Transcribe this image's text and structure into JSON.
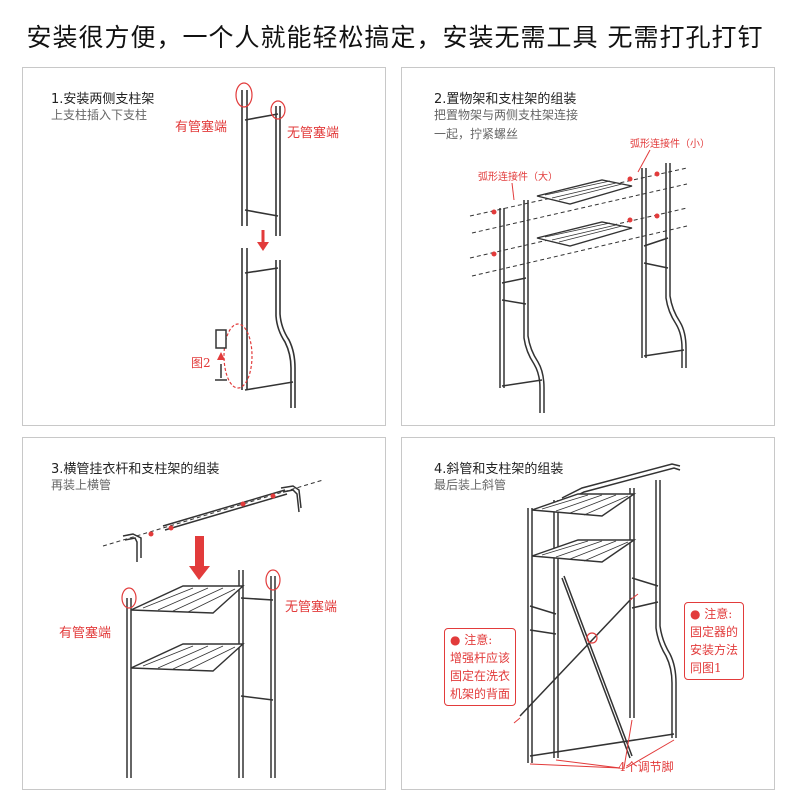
{
  "headline": "安装很方便，一个人就能轻松搞定，安装无需工具 无需打孔打钉",
  "panels": [
    {
      "title": "1.安装两侧支柱架",
      "subtitle": "上支柱插入下支柱",
      "labels": {
        "with_plug": "有管塞端",
        "no_plug": "无管塞端",
        "fig2": "图2"
      }
    },
    {
      "title": "2.置物架和支柱架的组装",
      "subtitle": "把置物架与两侧支柱架连接",
      "subtitle2": "一起，拧紧螺丝",
      "labels": {
        "arc_small": "弧形连接件（小）",
        "arc_large": "弧形连接件（大）"
      }
    },
    {
      "title": "3.横管挂衣杆和支柱架的组装",
      "subtitle": "再装上横管",
      "labels": {
        "with_plug": "有管塞端",
        "no_plug": "无管塞端"
      }
    },
    {
      "title": "4.斜管和支柱架的组装",
      "subtitle": "最后装上斜管",
      "notes": {
        "left": [
          "● 注意:",
          "增强杆应该",
          "固定在洗衣",
          "机架的背面"
        ],
        "right": [
          "● 注意:",
          "固定器的",
          "安装方法",
          "同图1"
        ]
      },
      "labels": {
        "feet": "4个调节脚"
      }
    }
  ],
  "colors": {
    "accent": "#e23b3b",
    "line": "#333333",
    "border": "#c8c8c8"
  }
}
